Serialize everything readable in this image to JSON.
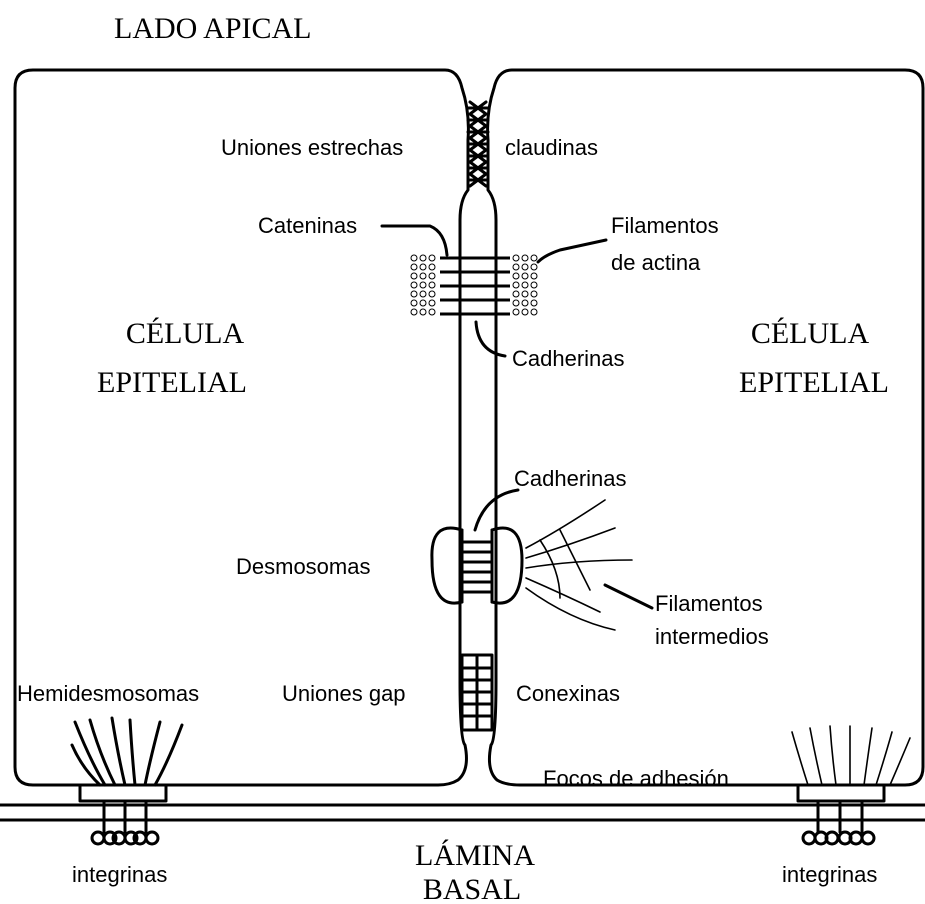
{
  "header": {
    "apical": "LADO APICAL"
  },
  "cells": {
    "left": {
      "line1": "CÉLULA",
      "line2": "EPITELIAL"
    },
    "right": {
      "line1": "CÉLULA",
      "line2": "EPITELIAL"
    }
  },
  "footer": {
    "line1": "LÁMINA",
    "line2": "BASAL"
  },
  "labels": {
    "tight_junctions": "Uniones estrechas",
    "claudins": "claudinas",
    "catenins": "Cateninas",
    "actin_line1": "Filamentos",
    "actin_line2": "de actina",
    "cadherins_adherens": "Cadherinas",
    "cadherins_desmosome": "Cadherinas",
    "desmosomes": "Desmosomas",
    "intermediate_line1": "Filamentos",
    "intermediate_line2": "intermedios",
    "hemidesmosomes": "Hemidesmosomas",
    "gap_junctions": "Uniones gap",
    "connexins": "Conexinas",
    "focal_adhesions": "Focos de adhesión",
    "integrins_left": "integrinas",
    "integrins_right": "integrinas"
  }
}
